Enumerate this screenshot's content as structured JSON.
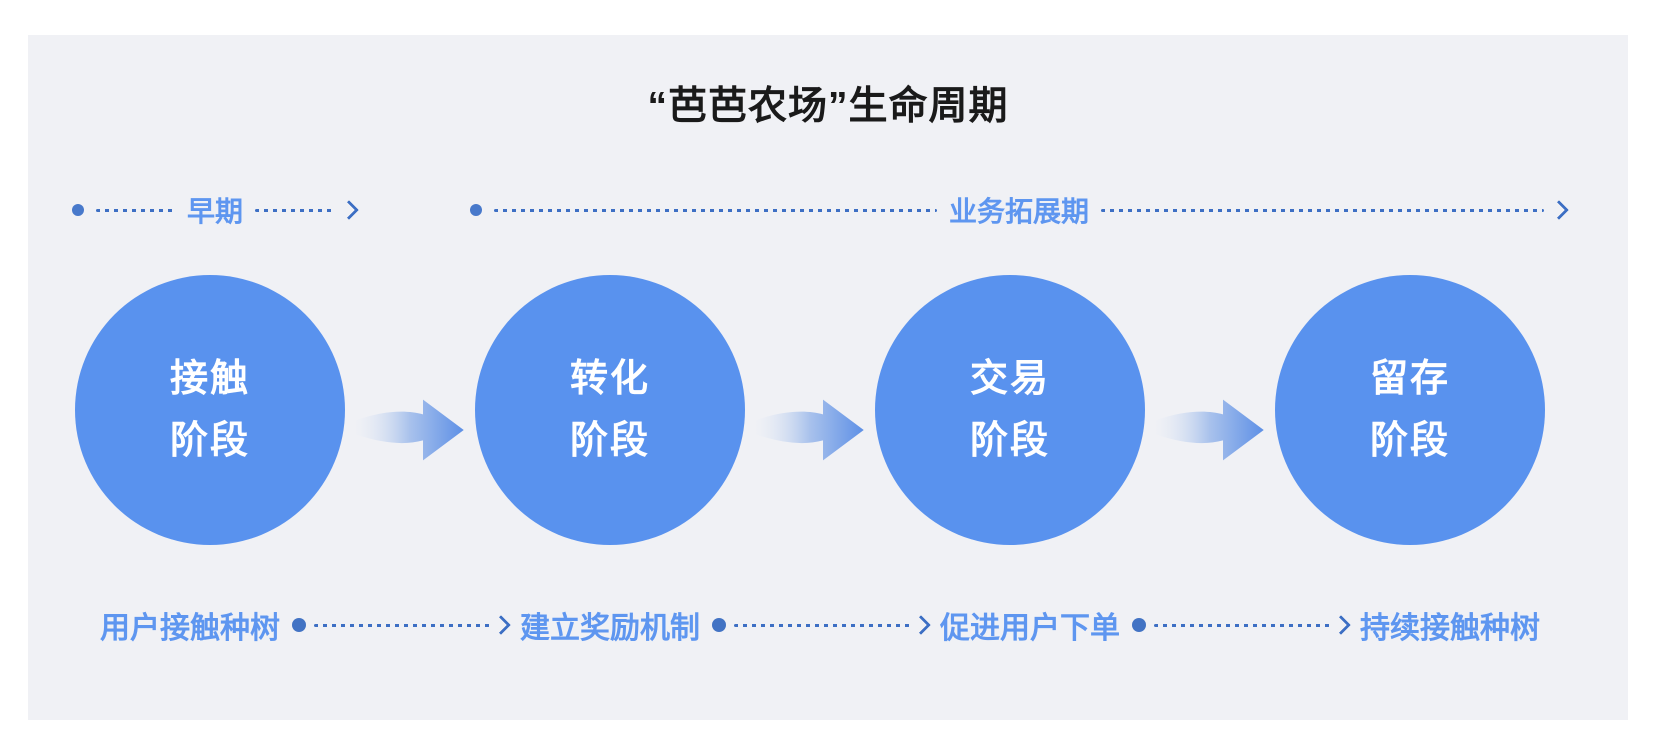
{
  "title": "“芭芭农场”生命周期",
  "colors": {
    "page_bg": "#FFFFFF",
    "card_bg": "#F0F1F5",
    "circle_blue": "#5992EE",
    "label_light_blue": "#5E96F0",
    "line_dark_blue": "#3D6FC4",
    "title_color": "#1A1A1A",
    "circle_text": "#FFFFFF"
  },
  "top_timeline": {
    "segments": [
      {
        "label": "早期"
      },
      {
        "label": "业务拓展期"
      }
    ]
  },
  "stages": [
    {
      "label": "接触\n阶段",
      "note": "用户接触种树"
    },
    {
      "label": "转化\n阶段",
      "note": "建立奖励机制"
    },
    {
      "label": "交易\n阶段",
      "note": "促进用户下单"
    },
    {
      "label": "留存\n阶段",
      "note": "持续接触种树"
    }
  ]
}
